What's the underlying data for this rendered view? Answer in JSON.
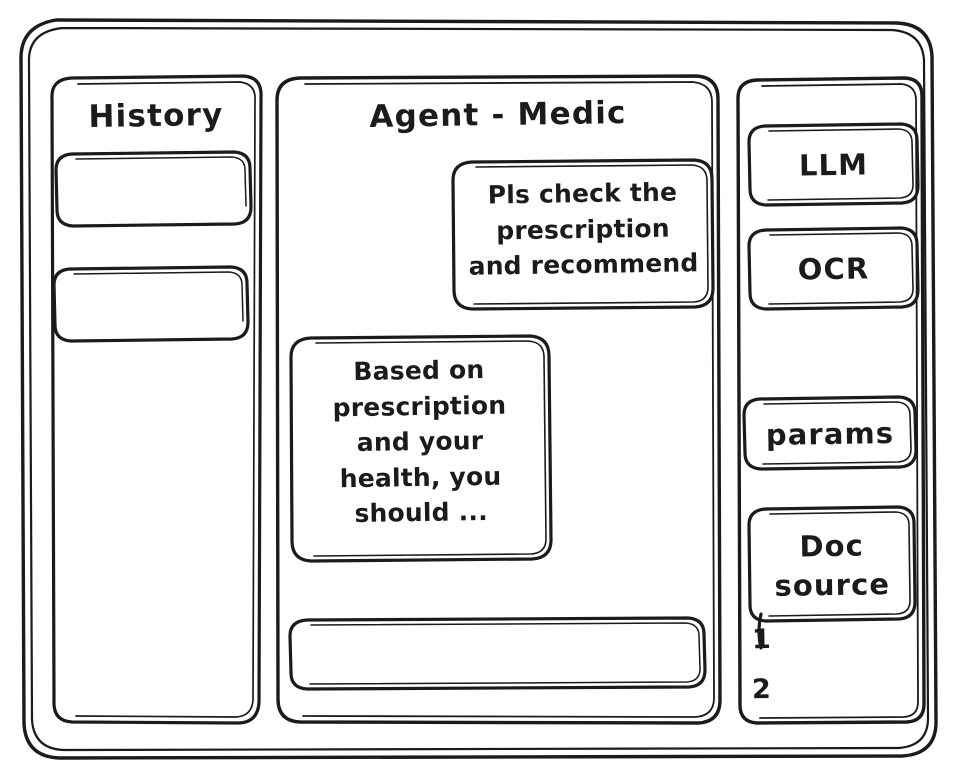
{
  "app": {
    "frame_name": "application-window",
    "style": "hand-drawn-wireframe",
    "stroke_color": "#1b1b1b",
    "background_color": "#ffffff"
  },
  "sidebar_left": {
    "title": "History",
    "items": [
      {
        "label": "",
        "name": "history-item-1"
      },
      {
        "label": "",
        "name": "history-item-2"
      }
    ]
  },
  "main": {
    "title": "Agent - Medic",
    "messages": [
      {
        "role": "user",
        "text": "Pls check the\nprescription\nand recommend",
        "align": "right"
      },
      {
        "role": "agent",
        "text": "Based on\nprescription\nand your\nhealth, you\nshould ...",
        "align": "left"
      }
    ],
    "composer": {
      "value": "",
      "placeholder": ""
    }
  },
  "sidebar_right": {
    "tools": [
      {
        "label": "LLM",
        "name": "tool-llm"
      },
      {
        "label": "OCR",
        "name": "tool-ocr"
      },
      {
        "label": "params",
        "name": "tool-params"
      },
      {
        "label": "Doc\nsource",
        "name": "tool-doc-source"
      }
    ],
    "source_list": [
      {
        "label": "1"
      },
      {
        "label": "2"
      }
    ]
  }
}
